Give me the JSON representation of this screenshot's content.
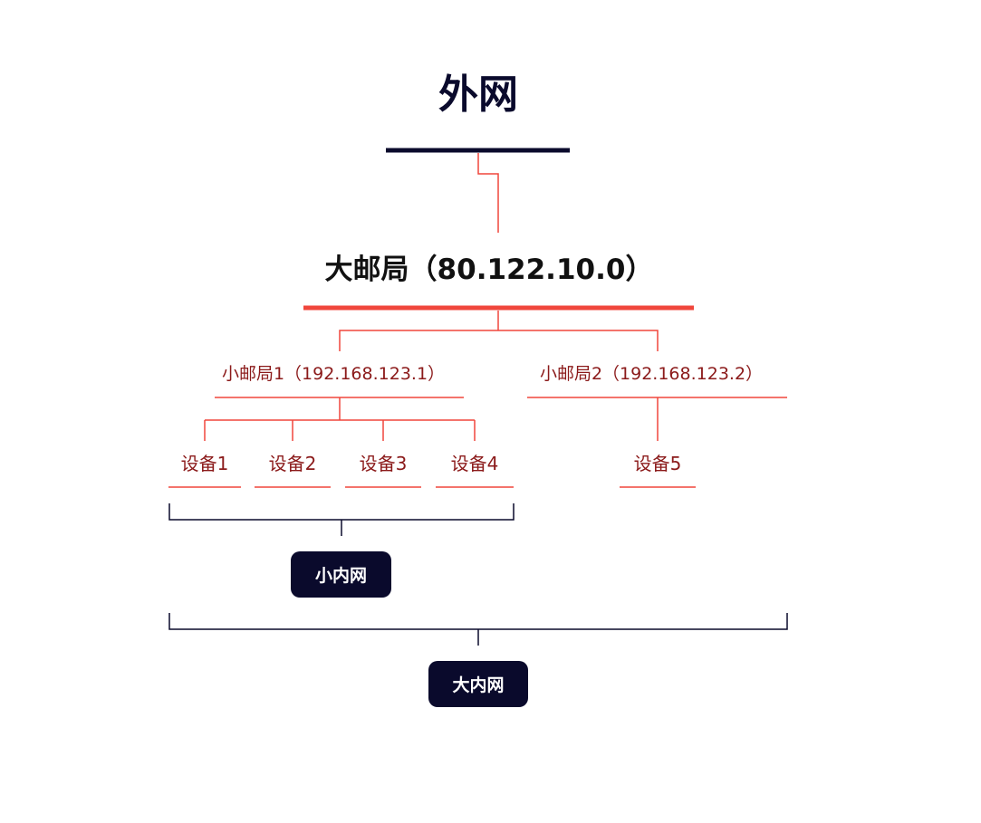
{
  "colors": {
    "navy": "#0a0a2c",
    "red": "#f0463c",
    "dark_red": "#8b1a1a",
    "black": "#111111"
  },
  "outer_net": {
    "label": "外网"
  },
  "big_post_office": {
    "label": "大邮局（80.122.10.0）"
  },
  "small_post_offices": [
    {
      "label": "小邮局1（192.168.123.1）"
    },
    {
      "label": "小邮局2（192.168.123.2）"
    }
  ],
  "devices": [
    {
      "label": "设备1"
    },
    {
      "label": "设备2"
    },
    {
      "label": "设备3"
    },
    {
      "label": "设备4"
    },
    {
      "label": "设备5"
    }
  ],
  "small_intranet": {
    "label": "小内网"
  },
  "big_intranet": {
    "label": "大内网"
  }
}
